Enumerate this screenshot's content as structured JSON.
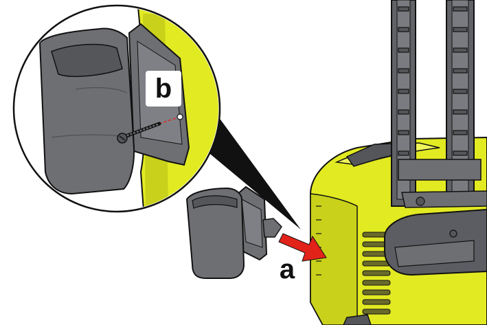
{
  "labels": {
    "a": "a",
    "b": "b"
  },
  "colors": {
    "housing_yellow": "#e2ea22",
    "housing_shadow": "#b8c016",
    "holder_gray": "#6e6f73",
    "holder_dark": "#4f5054",
    "handle_gray": "#616267",
    "arrow_red": "#e2231a",
    "outline": "#111111"
  },
  "icons": {
    "detail_view": "magnified-circle",
    "mount_direction": "red-arrow",
    "fastener": "screw-icon"
  }
}
